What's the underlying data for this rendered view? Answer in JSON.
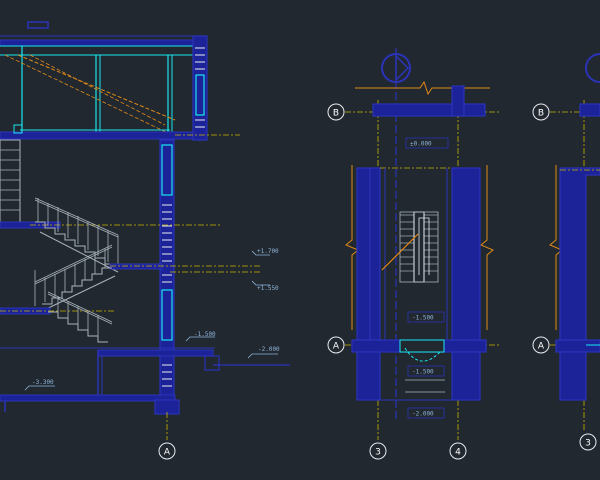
{
  "colors": {
    "background": "#212830",
    "wall": "#2b33b8",
    "wall_fill": "#1c2398",
    "cyan": "#19e6f0",
    "axis": "#c8b400",
    "dim": "#e08a16",
    "white": "#e8ecf0",
    "grey": "#a9b2bb",
    "label": "#8fb4d8"
  },
  "axes": {
    "section_a": "A",
    "plan_b": "B",
    "plan_a": "A",
    "plan_col_3": "3",
    "plan_col_4": "4",
    "plan2_b": "B",
    "plan2_a": "A",
    "plan2_col_3": "3"
  },
  "levels": {
    "lvl_1700": "+1.700",
    "lvl_1550": "+1.550",
    "lvl_m1500_section": "-1.500",
    "lvl_m2000_section": "-2.000",
    "lvl_m3300": "-3.300",
    "plan_pm0000": "±0.000",
    "plan_m1500a": "-1.500",
    "plan_m1500b": "-1.500",
    "plan_m2000": "-2.000"
  }
}
